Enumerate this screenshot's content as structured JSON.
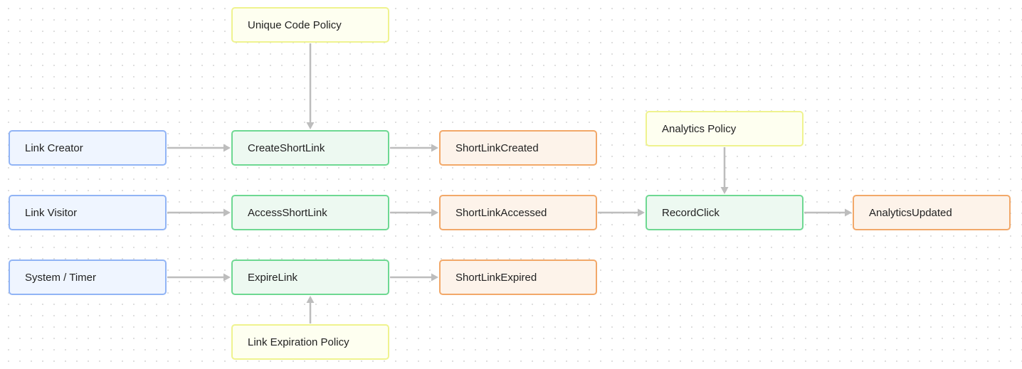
{
  "nodes": {
    "unique_code_policy": "Unique Code Policy",
    "link_creator": "Link Creator",
    "create_short_link": "CreateShortLink",
    "short_link_created": "ShortLinkCreated",
    "analytics_policy": "Analytics Policy",
    "link_visitor": "Link Visitor",
    "access_short_link": "AccessShortLink",
    "short_link_accessed": "ShortLinkAccessed",
    "record_click": "RecordClick",
    "analytics_updated": "AnalyticsUpdated",
    "system_timer": "System / Timer",
    "expire_link": "ExpireLink",
    "short_link_expired": "ShortLinkExpired",
    "link_expiration_policy": "Link Expiration Policy"
  },
  "edges": [
    {
      "from": "link_creator",
      "to": "create_short_link"
    },
    {
      "from": "create_short_link",
      "to": "short_link_created"
    },
    {
      "from": "unique_code_policy",
      "to": "create_short_link"
    },
    {
      "from": "link_visitor",
      "to": "access_short_link"
    },
    {
      "from": "access_short_link",
      "to": "short_link_accessed"
    },
    {
      "from": "short_link_accessed",
      "to": "record_click"
    },
    {
      "from": "analytics_policy",
      "to": "record_click"
    },
    {
      "from": "record_click",
      "to": "analytics_updated"
    },
    {
      "from": "system_timer",
      "to": "expire_link"
    },
    {
      "from": "expire_link",
      "to": "short_link_expired"
    },
    {
      "from": "link_expiration_policy",
      "to": "expire_link"
    }
  ],
  "colors": {
    "actor_fill": "#eff5ff",
    "actor_border": "#91b4f5",
    "command_fill": "#edf9f1",
    "command_border": "#6ed892",
    "event_fill": "#fdf3ea",
    "event_border": "#f2a869",
    "policy_fill": "#fefff0",
    "policy_border": "#eff38f",
    "connector": "#bdbdbd"
  }
}
